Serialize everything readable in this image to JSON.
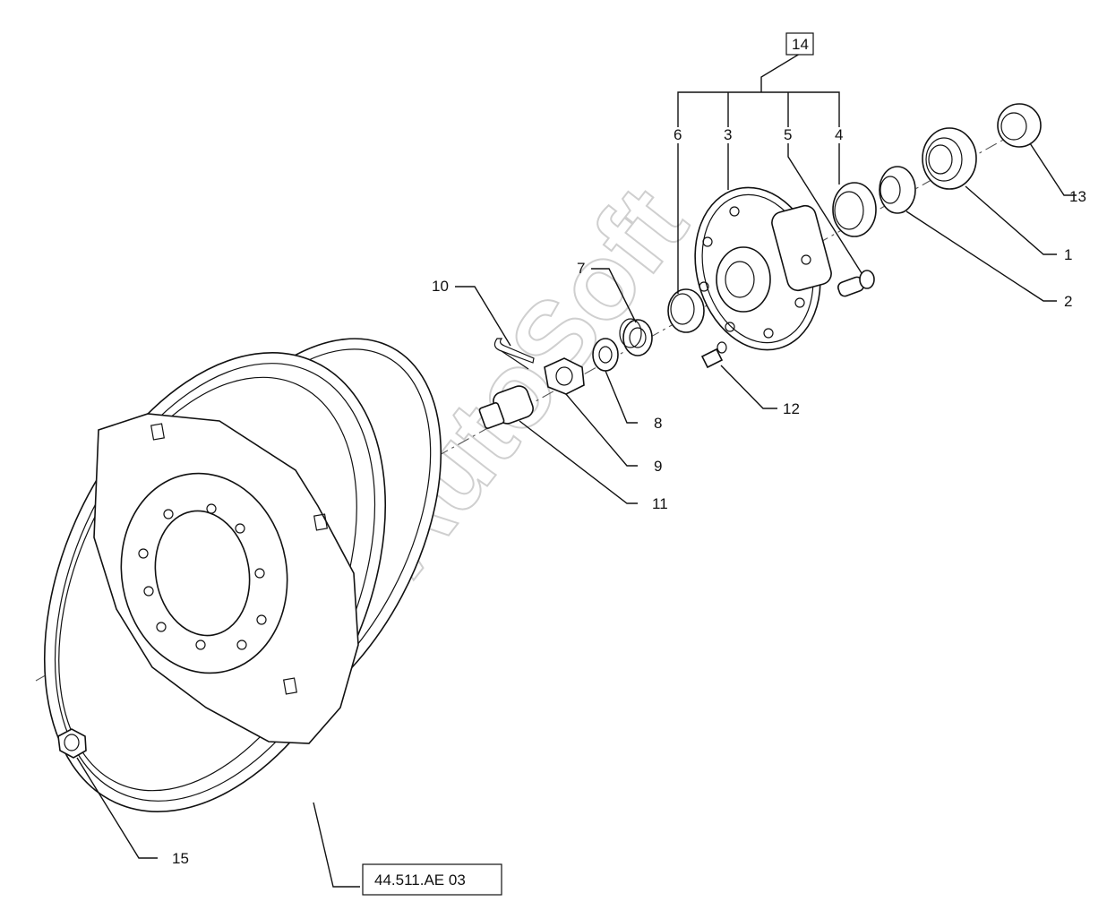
{
  "diagram": {
    "group_label": "14",
    "reference_label": "44.511.AE 03",
    "watermark": "AutoSoft",
    "parts": [
      {
        "id": "p1",
        "label": "1"
      },
      {
        "id": "p2",
        "label": "2"
      },
      {
        "id": "p3",
        "label": "3"
      },
      {
        "id": "p4",
        "label": "4"
      },
      {
        "id": "p5",
        "label": "5"
      },
      {
        "id": "p6",
        "label": "6"
      },
      {
        "id": "p7",
        "label": "7"
      },
      {
        "id": "p8",
        "label": "8"
      },
      {
        "id": "p9",
        "label": "9"
      },
      {
        "id": "p10",
        "label": "10"
      },
      {
        "id": "p11",
        "label": "11"
      },
      {
        "id": "p12",
        "label": "12"
      },
      {
        "id": "p13",
        "label": "13"
      },
      {
        "id": "p15",
        "label": "15"
      }
    ]
  }
}
